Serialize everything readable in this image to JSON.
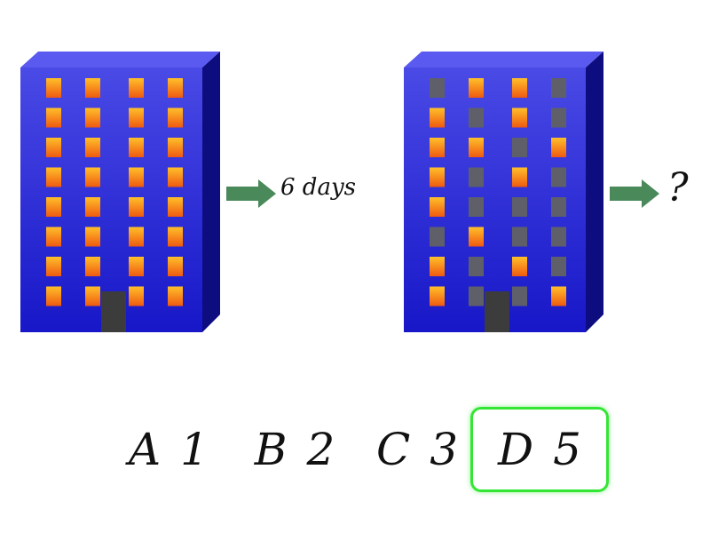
{
  "puzzle": {
    "days_label": "6 days",
    "question_mark": "?",
    "buildings": [
      {
        "name": "building-before",
        "window_grid": [
          [
            "lit",
            "lit",
            "lit",
            "lit"
          ],
          [
            "lit",
            "lit",
            "lit",
            "lit"
          ],
          [
            "lit",
            "lit",
            "lit",
            "lit"
          ],
          [
            "lit",
            "lit",
            "lit",
            "lit"
          ],
          [
            "lit",
            "lit",
            "lit",
            "lit"
          ],
          [
            "lit",
            "lit",
            "lit",
            "lit"
          ],
          [
            "lit",
            "lit",
            "lit",
            "lit"
          ],
          [
            "lit",
            "lit",
            "lit",
            "lit"
          ]
        ]
      },
      {
        "name": "building-after",
        "window_grid": [
          [
            "dark",
            "lit",
            "lit",
            "dark"
          ],
          [
            "lit",
            "dark",
            "lit",
            "dark"
          ],
          [
            "lit",
            "lit",
            "dark",
            "lit"
          ],
          [
            "lit",
            "dark",
            "lit",
            "dark"
          ],
          [
            "lit",
            "dark",
            "dark",
            "dark"
          ],
          [
            "dark",
            "lit",
            "dark",
            "dark"
          ],
          [
            "lit",
            "dark",
            "lit",
            "dark"
          ],
          [
            "lit",
            "dark",
            "dark",
            "lit"
          ]
        ]
      }
    ]
  },
  "answers": [
    {
      "letter": "A",
      "value": "1",
      "selected": false
    },
    {
      "letter": "B",
      "value": "2",
      "selected": false
    },
    {
      "letter": "C",
      "value": "3",
      "selected": false
    },
    {
      "letter": "D",
      "value": "5",
      "selected": true
    }
  ],
  "colors": {
    "building_top": "#4a4ae6",
    "building_bottom": "#1717c8",
    "building_side": "#0d0d80",
    "building_roof": "#5a5af0",
    "window_lit_top": "#ffc02a",
    "window_lit_bottom": "#ef5a10",
    "window_dark": "#5f5f6a",
    "door": "#3c3c3c",
    "arrow": "#4a8a5a",
    "selected_border": "#33e633"
  }
}
